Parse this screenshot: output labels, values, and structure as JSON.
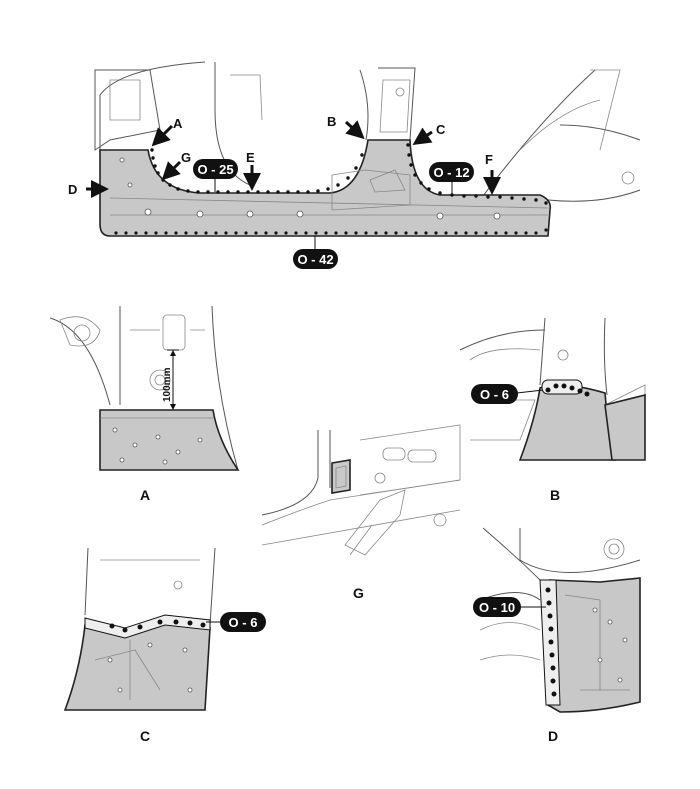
{
  "overview": {
    "callouts": {
      "a": "A",
      "b": "B",
      "c": "C",
      "d": "D",
      "e": "E",
      "f": "F",
      "g": "G"
    },
    "weld_tags": {
      "o25": "O - 25",
      "o12": "O - 12",
      "o42": "O - 42"
    }
  },
  "details": {
    "a": {
      "caption": "A",
      "dimension": "100mm"
    },
    "b": {
      "caption": "B",
      "tag": "O - 6"
    },
    "c": {
      "caption": "C",
      "tag": "O - 6"
    },
    "g": {
      "caption": "G"
    },
    "d": {
      "caption": "D",
      "tag": "O - 10"
    }
  },
  "colors": {
    "sill_fill": "#c8c8c8",
    "tag_fill": "#111111",
    "line": "#222222"
  }
}
